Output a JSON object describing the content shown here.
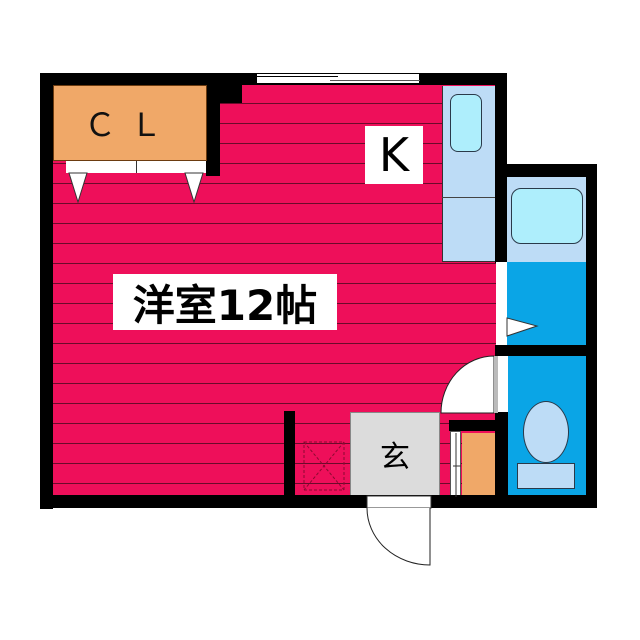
{
  "floor_plan": {
    "rooms": {
      "western_room": {
        "label": "洋室12帖",
        "color": "#ee0f5a"
      },
      "kitchen": {
        "label": "K",
        "color": "#bddcf6"
      },
      "closet": {
        "label": "ＣＬ",
        "color": "#f0a868"
      },
      "entrance": {
        "label": "玄",
        "color": "#dcdcdc"
      },
      "bath": {
        "label": "",
        "color": "#bddcf6"
      },
      "washroom": {
        "label": "",
        "color": "#0aa5e6"
      },
      "toilet": {
        "label": "",
        "color": "#0aa5e6"
      },
      "shoe_storage": {
        "label": "",
        "color": "#f0a868"
      }
    },
    "colors": {
      "wall": "#000000",
      "floor_line": "#6b0a2a",
      "fixture_light": "#aeeefc",
      "toilet_fixture": "#bddcf6",
      "door": "#ffffff"
    }
  }
}
